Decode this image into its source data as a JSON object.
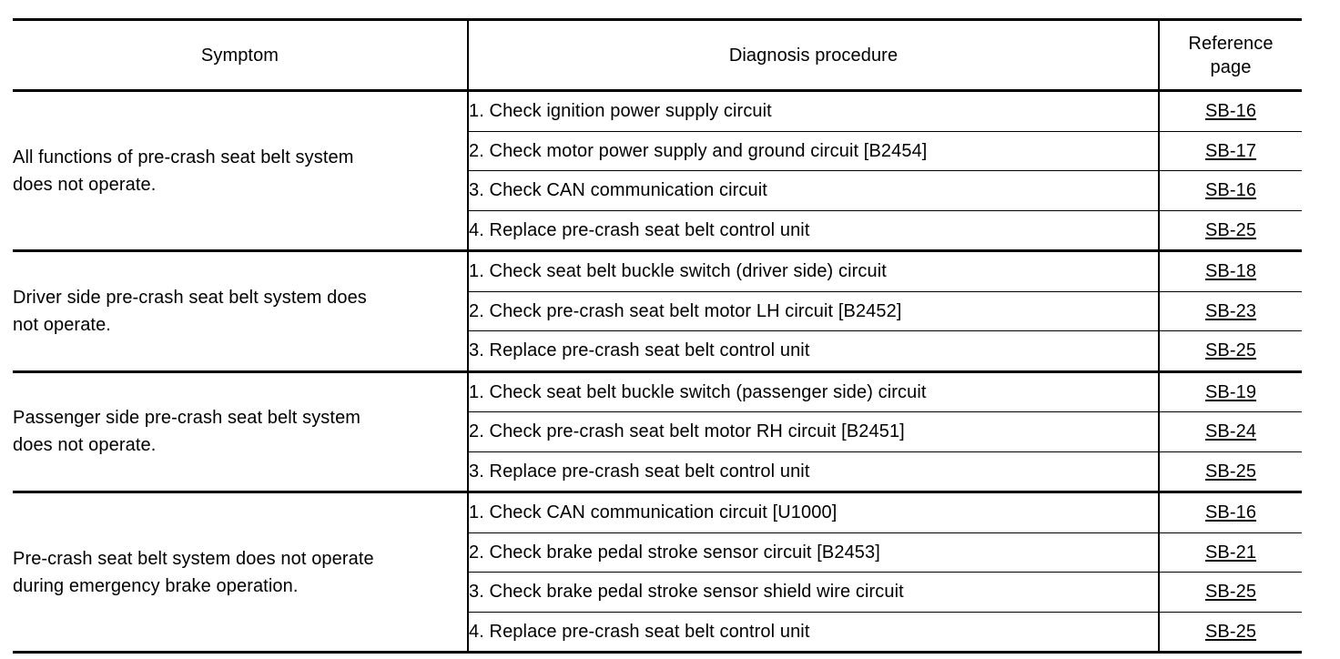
{
  "table": {
    "headers": {
      "symptom": "Symptom",
      "procedure": "Diagnosis procedure",
      "reference_line1": "Reference",
      "reference_line2": "page"
    },
    "blocks": [
      {
        "symptom_line1": "All functions of pre-crash seat belt system",
        "symptom_line2": "does not operate.",
        "rows": [
          {
            "procedure": "1. Check ignition power supply circuit",
            "reference": "SB-16"
          },
          {
            "procedure": "2. Check motor power supply and ground circuit [B2454]",
            "reference": "SB-17"
          },
          {
            "procedure": "3. Check CAN communication circuit",
            "reference": "SB-16"
          },
          {
            "procedure": "4. Replace pre-crash seat belt control unit",
            "reference": "SB-25"
          }
        ]
      },
      {
        "symptom_line1": "Driver side pre-crash seat belt system does",
        "symptom_line2": "not operate.",
        "rows": [
          {
            "procedure": "1. Check seat belt buckle switch (driver side) circuit",
            "reference": "SB-18"
          },
          {
            "procedure": "2. Check pre-crash seat belt motor LH circuit [B2452]",
            "reference": "SB-23"
          },
          {
            "procedure": "3. Replace pre-crash seat belt control unit",
            "reference": "SB-25"
          }
        ]
      },
      {
        "symptom_line1": "Passenger side pre-crash seat belt system",
        "symptom_line2": "does not operate.",
        "rows": [
          {
            "procedure": "1. Check seat belt buckle switch (passenger side) circuit",
            "reference": "SB-19"
          },
          {
            "procedure": "2. Check pre-crash seat belt motor RH circuit [B2451]",
            "reference": "SB-24"
          },
          {
            "procedure": "3. Replace pre-crash seat belt control unit",
            "reference": "SB-25"
          }
        ]
      },
      {
        "symptom_line1": "Pre-crash seat belt system does not operate",
        "symptom_line2": "during emergency brake operation.",
        "rows": [
          {
            "procedure": "1. Check CAN communication circuit [U1000]",
            "reference": "SB-16"
          },
          {
            "procedure": "2. Check brake pedal stroke sensor circuit [B2453]",
            "reference": "SB-21"
          },
          {
            "procedure": "3. Check brake pedal stroke sensor shield wire circuit",
            "reference": "SB-25"
          },
          {
            "procedure": "4. Replace pre-crash seat belt control unit",
            "reference": "SB-25"
          }
        ]
      }
    ]
  }
}
